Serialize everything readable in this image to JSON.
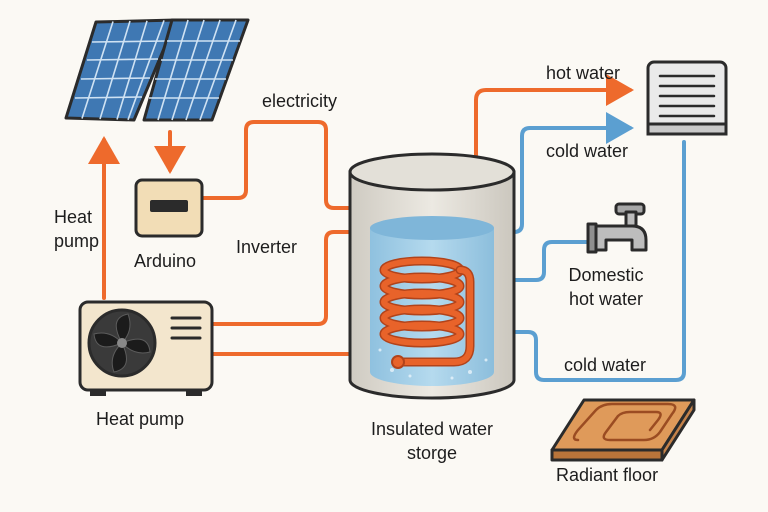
{
  "labels": {
    "electricity": "electricity",
    "heat_pump_side_line1": "Heat",
    "heat_pump_side_line2": "pump",
    "arduino": "Arduino",
    "inverter": "Inverter",
    "heat_pump": "Heat pump",
    "hot_water": "hot water",
    "cold_water_top": "cold water",
    "domestic_line1": "Domestic",
    "domestic_line2": "hot water",
    "cold_water_bottom": "cold water",
    "tank_line1": "Insulated water",
    "tank_line2": "storge",
    "radiant_floor": "Radiant floor"
  },
  "colors": {
    "hot_pipe": "#ee6a2c",
    "cold_pipe": "#5b9fd1",
    "tank_water": "#9dcbe6",
    "coil": "#e8632a",
    "outline": "#2b2b2b",
    "solar_panel": "#3f78b3",
    "arduino_box": "#f2ddb6",
    "heat_pump_unit": "#f3e6cd",
    "radiant_floor": "#df9a5a"
  }
}
